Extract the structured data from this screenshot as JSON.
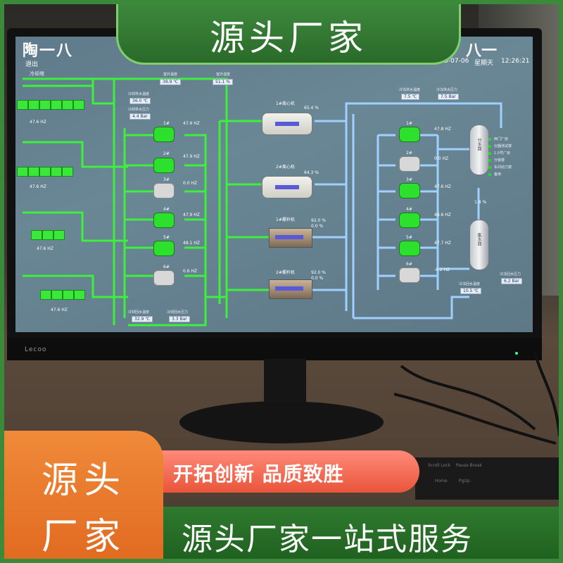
{
  "overlay": {
    "top_banner": "源头厂家",
    "orange_line1": "源头",
    "orange_line2": "厂家",
    "slogan": "开拓创新 品质致胜",
    "service": "源头厂家一站式服务"
  },
  "monitor": {
    "brand": "Lecoo",
    "keyboard_keys": [
      "Scroll Lock",
      "Pause Break",
      "Home",
      "PgUp"
    ]
  },
  "screen": {
    "title_left": "陶一八",
    "title_right": "八一",
    "exit": "退出",
    "date": "2025-07-06",
    "weekday": "星期天",
    "time": "12:26:21",
    "cooling_tower_label": "冷却塔",
    "top_readouts": [
      {
        "label": "室外温度",
        "value": "39.9 ℃"
      },
      {
        "label": "室外湿度",
        "value": "51.1 %"
      }
    ],
    "cw_supply_temp": {
      "label": "冷却供水温度",
      "value": "36.0 ℃"
    },
    "cw_supply_press": {
      "label": "冷却供水压力",
      "value": "4.4 Bar"
    },
    "cw_return_temp": {
      "label": "冷却回水温度",
      "value": "32.9 ℃"
    },
    "cw_return_press": {
      "label": "冷却回水压力",
      "value": "3.3 Bar"
    },
    "chw_supply_temp": {
      "label": "冷冻供水温度",
      "value": "7.5 ℃"
    },
    "chw_supply_press": {
      "label": "冷冻供水压力",
      "value": "7.5 Bar"
    },
    "chw_return_temp": {
      "label": "冷冻回水温度",
      "value": "10.5 ℃"
    },
    "chw_return_press": {
      "label": "冷冻回水压力",
      "value": "6.2 Bar"
    },
    "tower_hz": [
      "47.6 HZ",
      "47.6 HZ",
      "47.6 HZ",
      "47.6 HZ"
    ],
    "cw_pumps": [
      {
        "name": "1#",
        "hz": "47.6 HZ"
      },
      {
        "name": "2#",
        "hz": "47.9 HZ"
      },
      {
        "name": "3#",
        "hz": "0.0 HZ"
      },
      {
        "name": "4#",
        "hz": "47.9 HZ"
      },
      {
        "name": "5#",
        "hz": "48.1 HZ"
      },
      {
        "name": "6#",
        "hz": "0.6 HZ"
      }
    ],
    "chillers": [
      {
        "name": "1#离心机",
        "load": "65.4 %"
      },
      {
        "name": "2#离心机",
        "load": "64.3 %"
      },
      {
        "name": "1#螺杆机",
        "load": "92.0 %",
        "load2": "0.0 %"
      },
      {
        "name": "2#螺杆机",
        "load": "92.0 %",
        "load2": "0.0 %"
      }
    ],
    "chw_pumps": [
      {
        "name": "1#",
        "hz": "47.8 HZ"
      },
      {
        "name": "2#",
        "hz": "0.0 HZ"
      },
      {
        "name": "3#",
        "hz": "47.6 HZ"
      },
      {
        "name": "4#",
        "hz": "46.6 HZ"
      },
      {
        "name": "5#",
        "hz": "47.7 HZ"
      },
      {
        "name": "6#",
        "hz": "-0.2 HZ"
      }
    ],
    "tank_supply": "分水器",
    "tank_return": "集水器",
    "bypass_value": "1.8 %",
    "branches": [
      "西门厂房",
      "仪器测试楼",
      "1.0号厂房",
      "分装楼",
      "车间动力楼",
      "备用"
    ],
    "colors": {
      "green_pipe": "#3cf03c",
      "blue_pipe": "#9fd0ff",
      "screen_bg": "#6a8795"
    }
  }
}
